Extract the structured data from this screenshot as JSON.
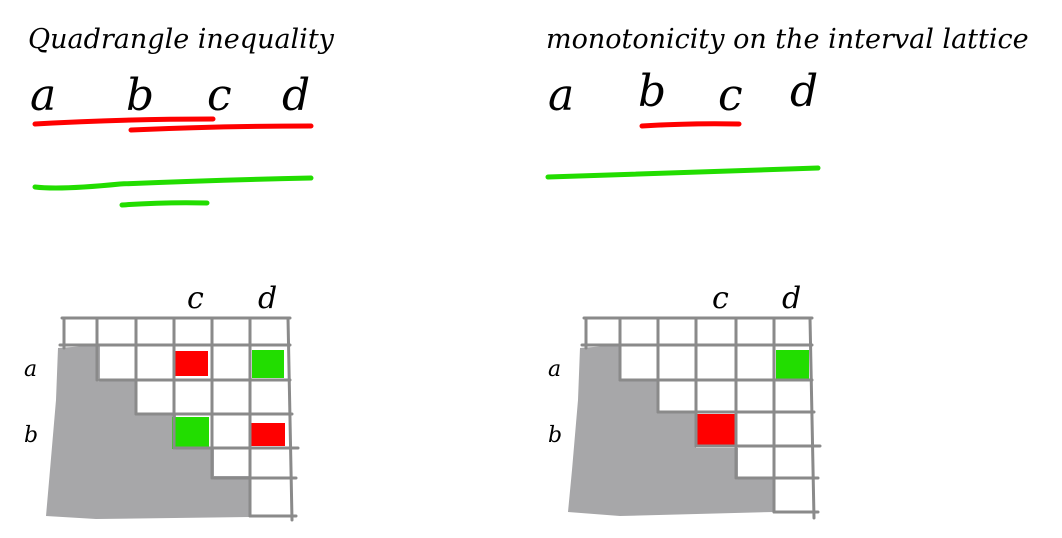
{
  "left": {
    "title": "Quadrangle inequality",
    "letters": [
      "a",
      "b",
      "c",
      "d"
    ],
    "grid_col_labels": [
      "c",
      "d"
    ],
    "grid_row_labels": [
      "a",
      "b"
    ]
  },
  "right": {
    "title": "monotonicity on the interval lattice",
    "letters": [
      "a",
      "b",
      "c",
      "d"
    ],
    "grid_col_labels": [
      "c",
      "d"
    ],
    "grid_row_labels": [
      "a",
      "b"
    ]
  },
  "colors": {
    "red": "#ff0000",
    "green": "#22dd00",
    "gray": "#a7a7a9",
    "grid": "#8a8a8a"
  }
}
